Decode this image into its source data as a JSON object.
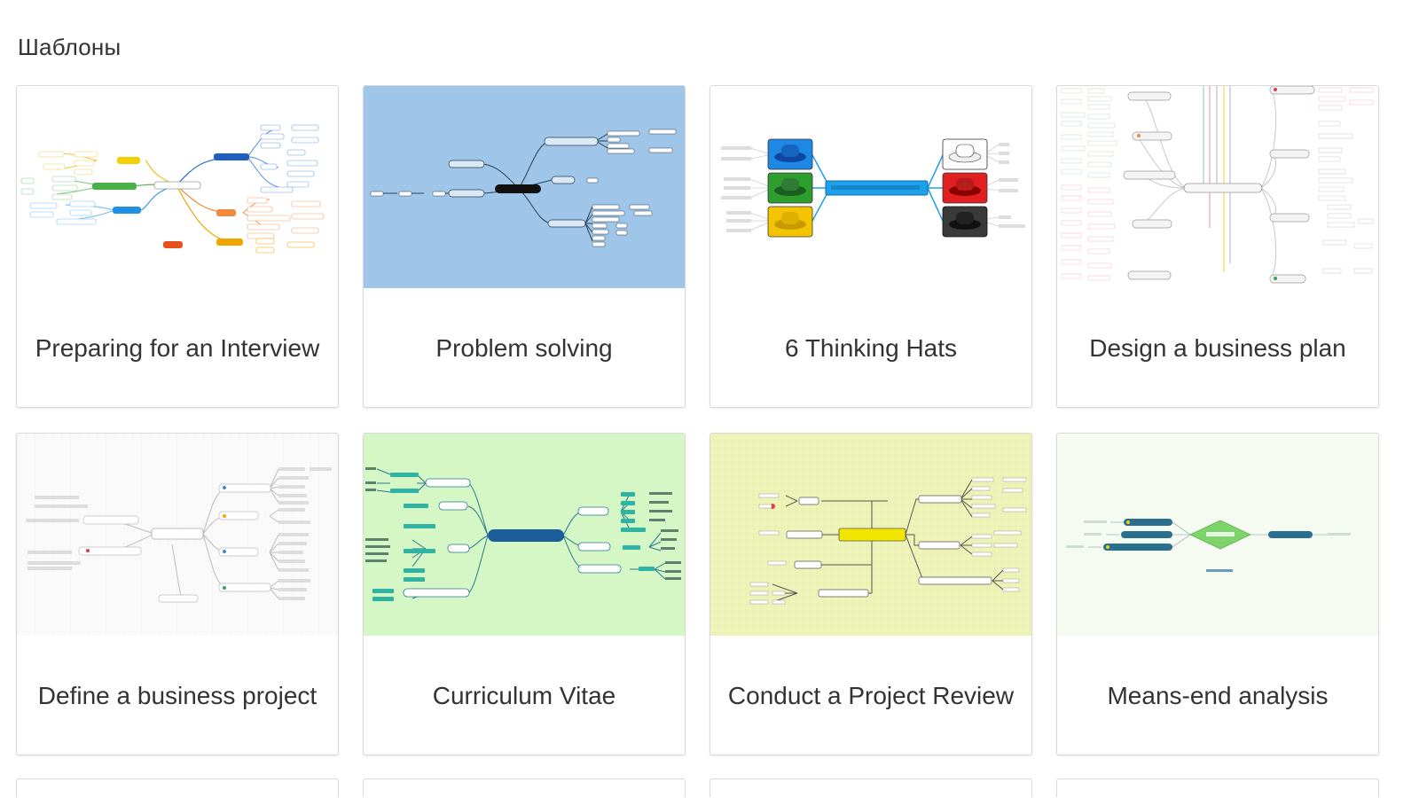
{
  "page": {
    "heading": "Шаблоны"
  },
  "templates": [
    {
      "title": "Preparing for an Interview",
      "thumb_bg": "#ffffff"
    },
    {
      "title": "Problem solving",
      "thumb_bg": "#9fc5e8"
    },
    {
      "title": "6 Thinking Hats",
      "thumb_bg": "#ffffff"
    },
    {
      "title": "Design a business plan",
      "thumb_bg": "#ffffff"
    },
    {
      "title": "Define a business project",
      "thumb_bg": "#fafafa"
    },
    {
      "title": "Curriculum Vitae",
      "thumb_bg": "#d4f7c5"
    },
    {
      "title": "Conduct a Project Review",
      "thumb_bg": "#eef3b8"
    },
    {
      "title": "Means-end analysis",
      "thumb_bg": "#f5fbf1"
    }
  ],
  "colors": {
    "border": "#d9d9d9",
    "title_text": "#333333",
    "hat_blue": "#1e88e5",
    "hat_green": "#2e9e2e",
    "hat_yellow": "#f5c400",
    "hat_red": "#e02020",
    "hat_black": "#222222",
    "center_blue": "#1fa0e8",
    "cv_center": "#1b5e9a",
    "review_center": "#f2e600",
    "means_diamond": "#7fd36b",
    "means_node": "#2a6f8f"
  }
}
